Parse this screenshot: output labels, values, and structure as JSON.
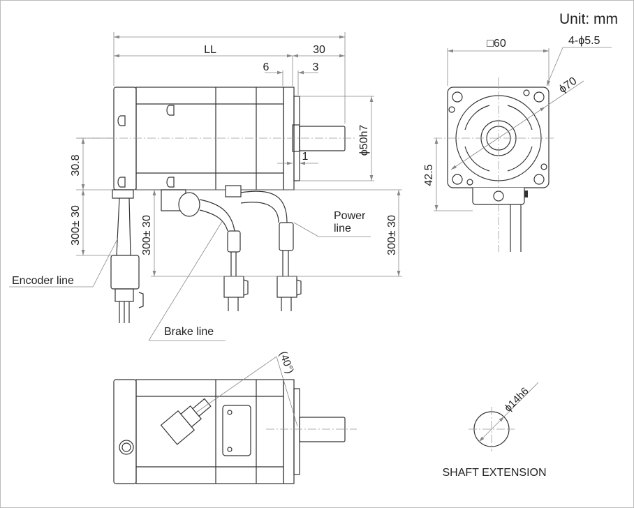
{
  "unit_label": "Unit: mm",
  "side_view": {
    "dim_ll": "LL",
    "dim_shaft_length": "30",
    "dim_flange_6": "6",
    "dim_flange_3": "3",
    "dim_pilot_1": "1",
    "dim_pilot_diameter": "ϕ50h7",
    "dim_height_30_8": "30.8",
    "dim_encoder_cable": "300± 30",
    "dim_brake_cable": "300± 30",
    "dim_power_cable": "300± 30",
    "label_encoder": "Encoder line",
    "label_brake": "Brake line",
    "label_power_1": "Power",
    "label_power_2": "line"
  },
  "front_view": {
    "dim_square": "□60",
    "dim_holes": "4-ϕ5.5",
    "dim_pcd": "ϕ70",
    "dim_height": "42.5"
  },
  "bottom_view": {
    "dim_angle": "(40°)"
  },
  "shaft_extension": {
    "dim_shaft": "ϕ14h6",
    "title": "SHAFT EXTENSION"
  }
}
